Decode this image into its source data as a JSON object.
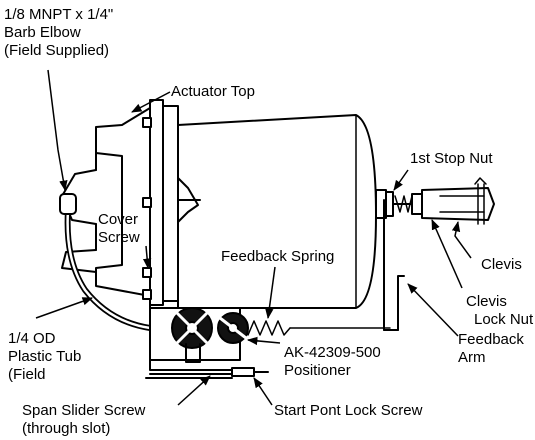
{
  "labels": {
    "elbow": [
      "1/8 MNPT x 1/4\"",
      "Barb Elbow",
      "(Field Supplied)"
    ],
    "actuator_top": "Actuator Top",
    "first_stop_nut": "1st Stop Nut",
    "cover_screw": [
      "Cover",
      "Screw"
    ],
    "feedback_spring": "Feedback Spring",
    "clevis": "Clevis",
    "clevis_lock_nut": [
      "Clevis",
      "Lock Nut"
    ],
    "feedback_arm": [
      "Feedback",
      "Arm"
    ],
    "plastic_tub": [
      "1/4 OD",
      "Plastic Tub",
      "(Field"
    ],
    "positioner": [
      "AK-42309-500",
      "Positioner"
    ],
    "span_slider_screw": [
      "Span Slider Screw",
      "(through slot)"
    ],
    "start_pont_lock_screw": "Start Pont Lock Screw"
  }
}
